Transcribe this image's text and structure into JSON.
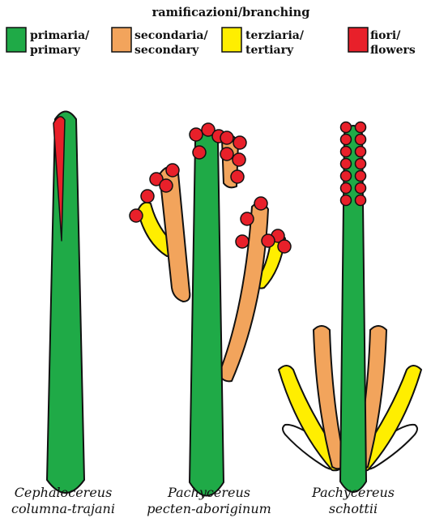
{
  "legend": {
    "title": "ramificazioni/branching",
    "items": [
      {
        "line1": "primaria/",
        "line2": "primary",
        "color": "#1faa47"
      },
      {
        "line1": "secondaria/",
        "line2": "secondary",
        "color": "#f2a45c"
      },
      {
        "line1": "terziaria/",
        "line2": "tertiary",
        "color": "#ffee00"
      },
      {
        "line1": "fiori/",
        "line2": "flowers",
        "color": "#e8202a"
      }
    ]
  },
  "species": [
    {
      "line1": "Cephalocereus",
      "line2": "columna-trajani"
    },
    {
      "line1": "Pachycereus",
      "line2": "pecten-aboriginum"
    },
    {
      "line1": "Pachycereus",
      "line2": "schottii"
    }
  ],
  "colors": {
    "primary": "#1faa47",
    "secondary": "#f2a45c",
    "tertiary": "#ffee00",
    "flowers": "#e8202a",
    "outline": "#111111"
  }
}
